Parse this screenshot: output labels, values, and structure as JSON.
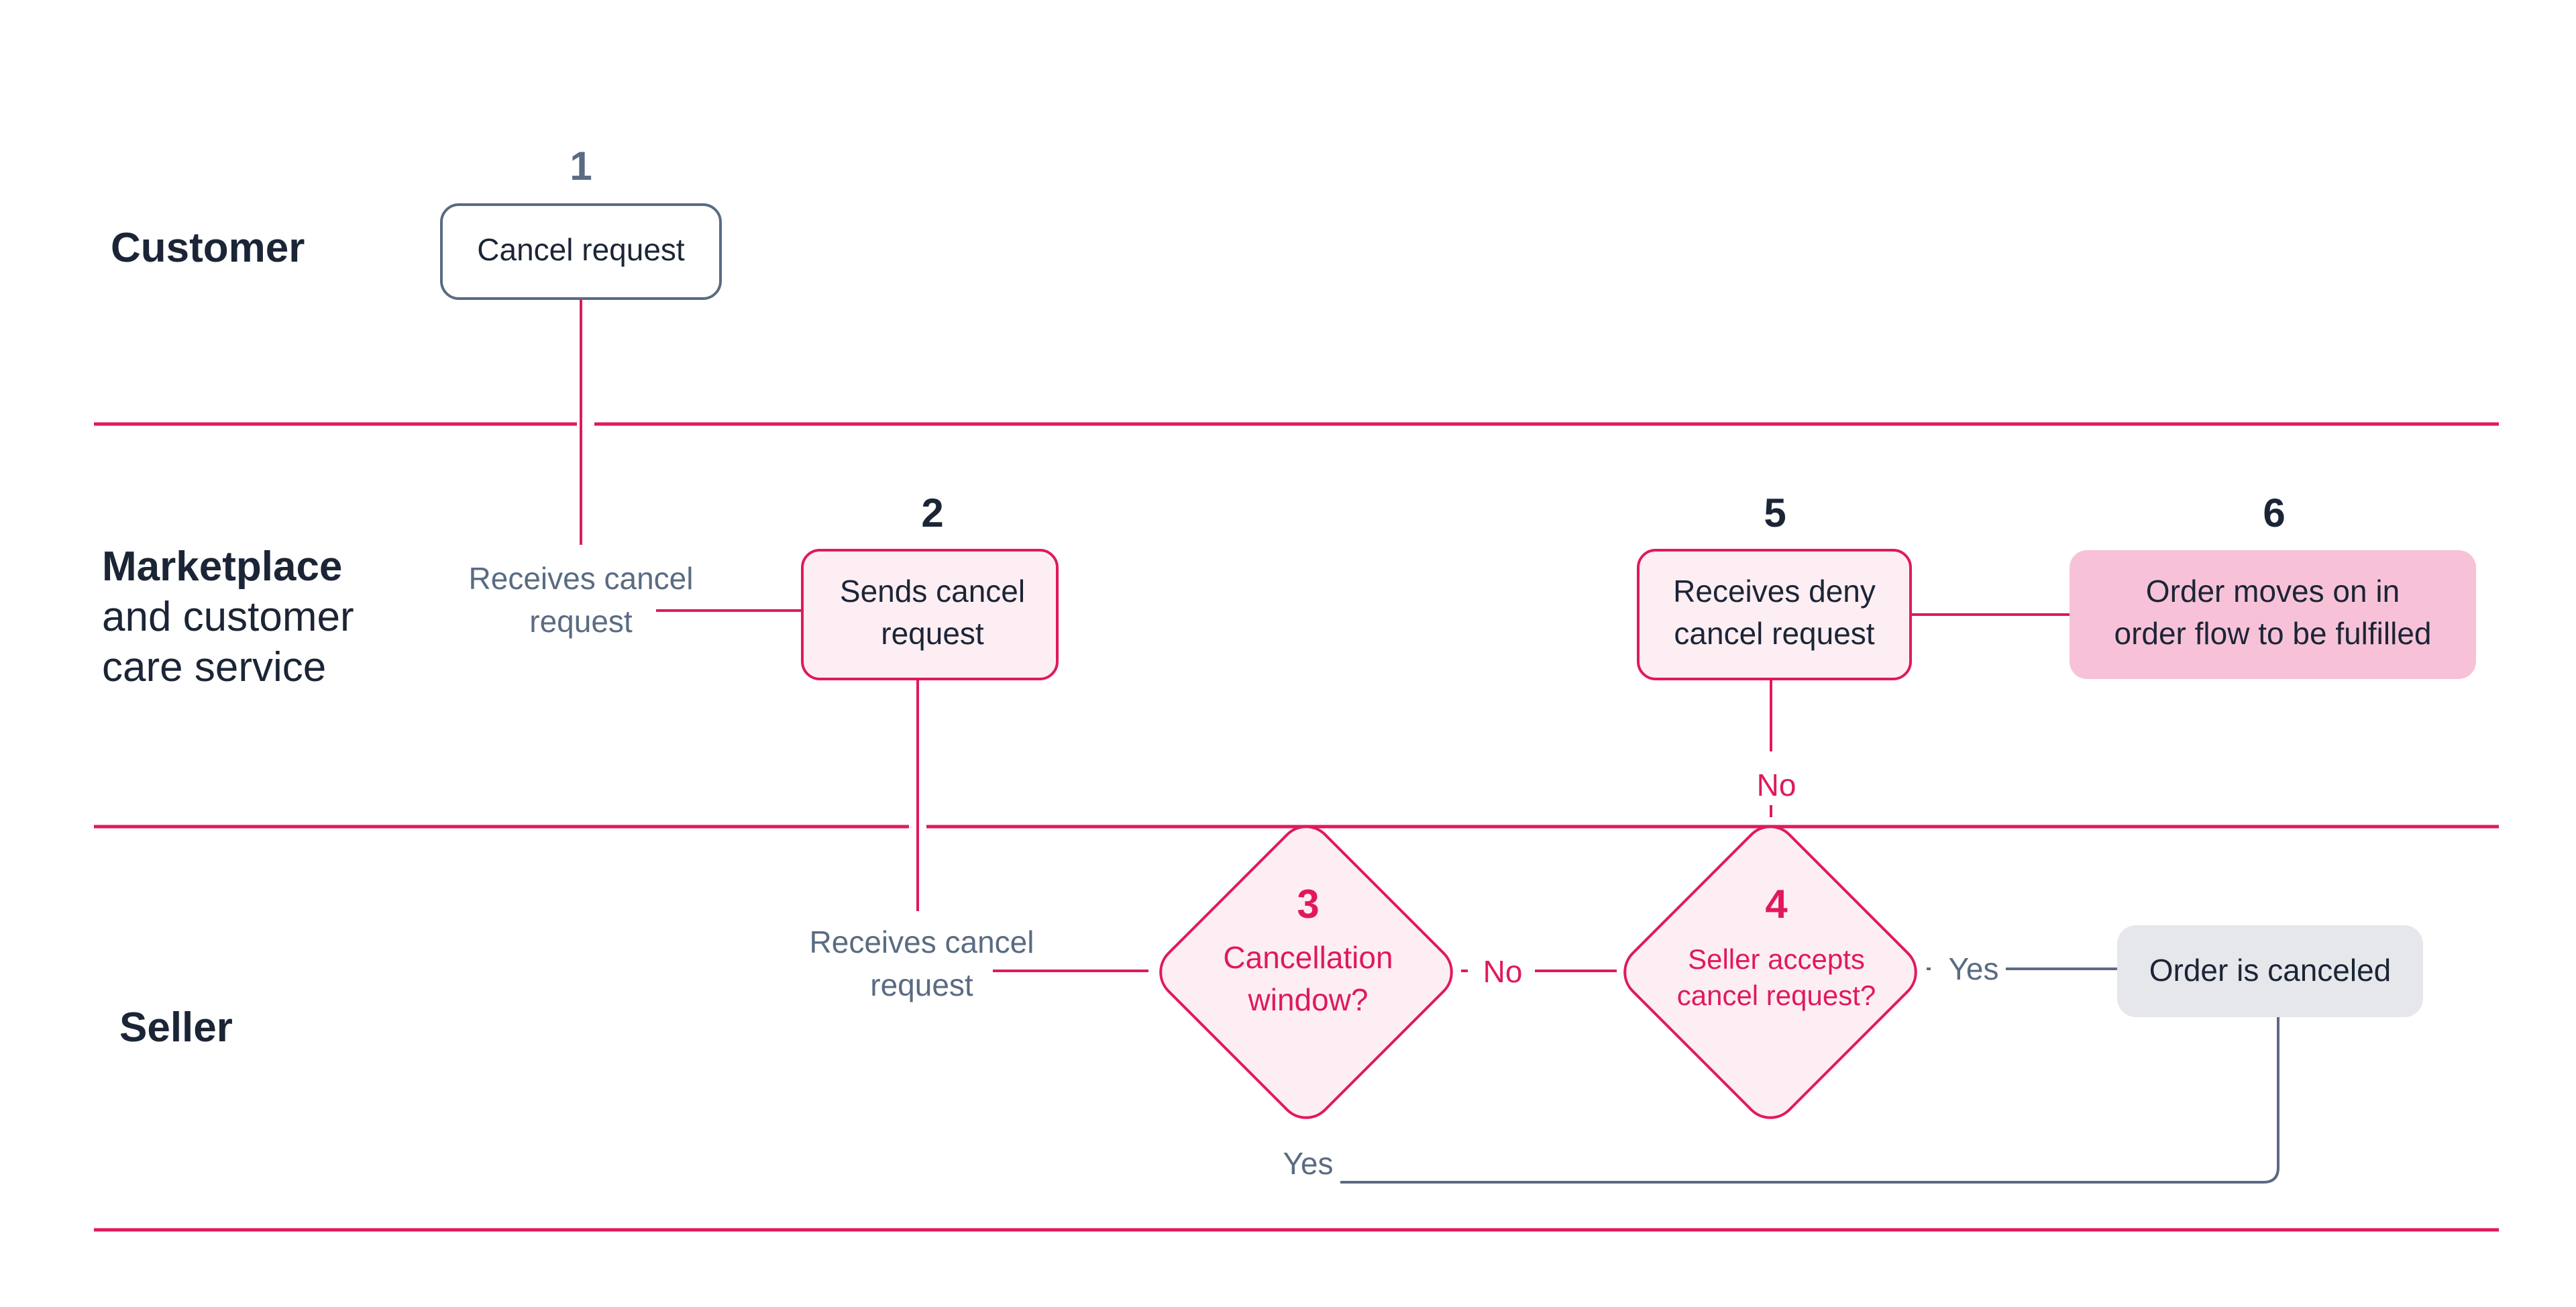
{
  "lanes": {
    "customer": "Customer",
    "marketplace_line1": "Marketplace",
    "marketplace_line2": "and customer",
    "marketplace_line3": "care service",
    "seller": "Seller"
  },
  "steps": {
    "s1": {
      "number": "1",
      "label": "Cancel request"
    },
    "s2": {
      "number": "2",
      "label_line1": "Sends cancel",
      "label_line2": "request"
    },
    "s3": {
      "number": "3",
      "label_line1": "Cancellation",
      "label_line2": "window?"
    },
    "s4": {
      "number": "4",
      "label_line1": "Seller accepts",
      "label_line2": "cancel request?"
    },
    "s5": {
      "number": "5",
      "label_line1": "Receives deny",
      "label_line2": "cancel request"
    },
    "s6": {
      "number": "6",
      "label_line1": "Order moves on in",
      "label_line2": "order flow to be fulfilled"
    },
    "canceled": {
      "label": "Order is canceled"
    }
  },
  "connector_labels": {
    "receives_marketplace_line1": "Receives cancel",
    "receives_marketplace_line2": "request",
    "receives_seller_line1": "Receives cancel",
    "receives_seller_line2": "request",
    "no_window": "No",
    "no_accept": "No",
    "yes_accept": "Yes",
    "yes_window": "Yes"
  },
  "colors": {
    "accent": "#e0195e",
    "dark": "#1b2536",
    "grey": "#5a6b82",
    "pink_fill": "#fdeef3",
    "pink_strong": "#f7c2d8",
    "grey_fill": "#e6e7eb"
  }
}
